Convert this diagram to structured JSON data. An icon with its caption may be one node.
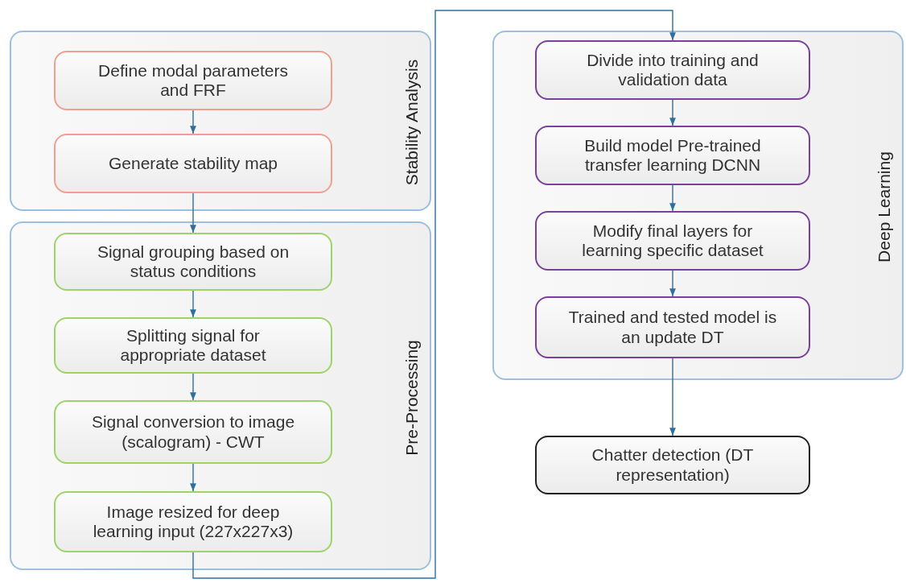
{
  "diagram": {
    "nodes": [
      {
        "text": [
          "Stability Analysis"
        ]
      },
      {
        "text": [
          "Define modal parameters and FRF"
        ],
        "in": 0
      },
      {
        "text": [
          "Generate stability map"
        ],
        "in": 0
      },
      {
        "text": [
          "Pre-Processing"
        ]
      },
      {
        "text": [
          "Signal grouping based on status conditions"
        ],
        "in": 3
      },
      {
        "text": [
          "Splitting signal for appropriate dataset"
        ],
        "in": 3
      },
      {
        "text": [
          "Signal conversion to image (scalogram) - CWT"
        ],
        "in": 3
      },
      {
        "text": [
          "Image resized for deep learning input (227x227x3)"
        ],
        "in": 3
      },
      {
        "text": [
          "Deep Learning"
        ]
      },
      {
        "text": [
          "Divide into training and  validation data"
        ],
        "in": 8
      },
      {
        "text": [
          "Build model Pre-trained transfer learning DCNN"
        ],
        "in": 8
      },
      {
        "text": [
          "Modify final layers for learning specific dataset"
        ],
        "in": 8
      },
      {
        "text": [
          "Trained and tested model is an update DT"
        ],
        "in": 8
      },
      {
        "text": [
          "Chatter detection (DT representation)"
        ]
      }
    ],
    "edges": [
      {
        "from": 1,
        "to": 2,
        "arrow": "to"
      },
      {
        "from": 2,
        "to": 4,
        "arrow": "to"
      },
      {
        "from": 4,
        "to": 5,
        "arrow": "to"
      },
      {
        "from": 5,
        "to": 6,
        "arrow": "to"
      },
      {
        "from": 6,
        "to": 7,
        "arrow": "to"
      },
      {
        "from": 7,
        "to": 9,
        "arrow": "to"
      },
      {
        "from": 9,
        "to": 10,
        "arrow": "to"
      },
      {
        "from": 10,
        "to": 11,
        "arrow": "to"
      },
      {
        "from": 11,
        "to": 12,
        "arrow": "to"
      },
      {
        "from": 12,
        "to": 13,
        "arrow": "to"
      }
    ]
  }
}
